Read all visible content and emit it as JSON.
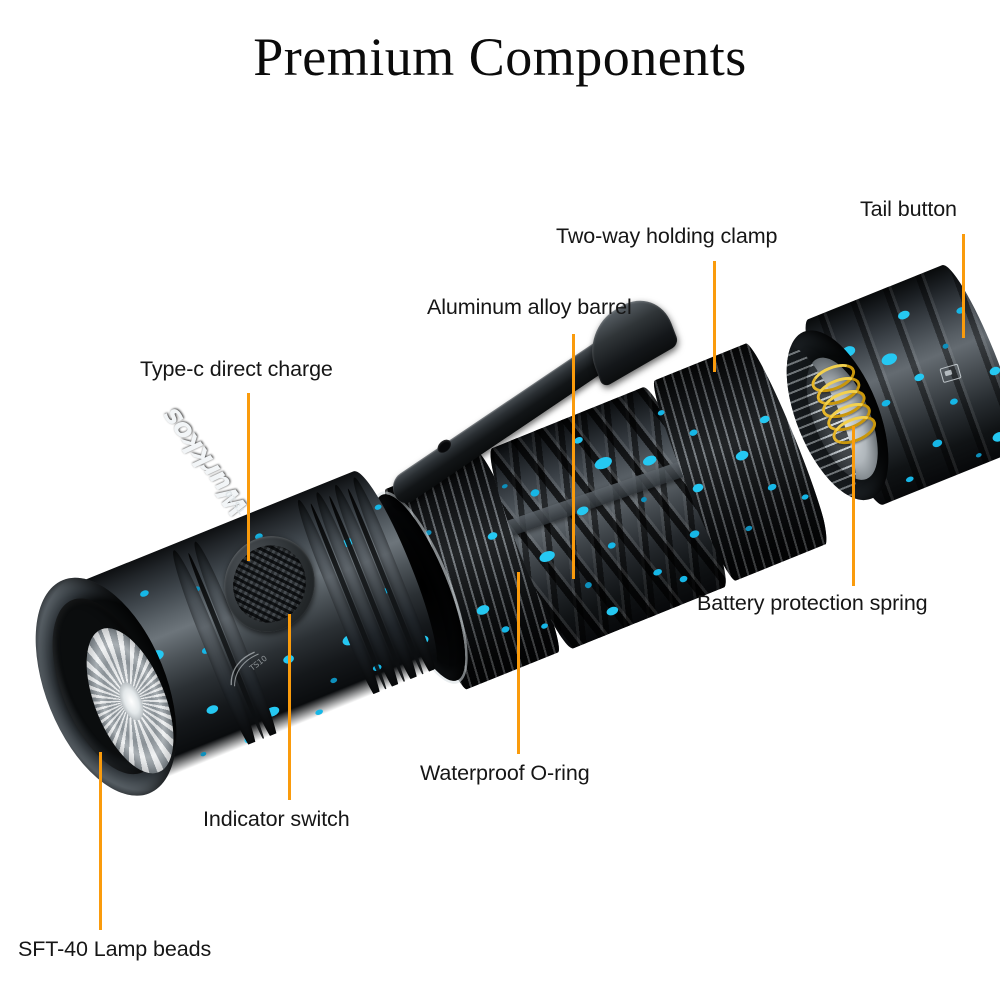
{
  "page": {
    "title": "Premium Components",
    "background_color": "#FFFFFF",
    "accent_color": "#FA9B0C",
    "text_color": "#161616",
    "product_splatter_color": "#16B6E6"
  },
  "product": {
    "brand": "Wurkkos",
    "brand_sub": "TS10",
    "type": "flashlight-exploded-view",
    "parts": [
      "head",
      "barrel",
      "tailcap",
      "pocket-clip",
      "reflector",
      "side-switch",
      "battery-spring"
    ]
  },
  "callouts": [
    {
      "id": "type-c-direct-charge",
      "label": "Type-c direct charge"
    },
    {
      "id": "aluminum-alloy-barrel",
      "label": "Aluminum alloy barrel"
    },
    {
      "id": "two-way-holding-clamp",
      "label": "Two-way holding clamp"
    },
    {
      "id": "tail-button",
      "label": "Tail button"
    },
    {
      "id": "battery-protection-spring",
      "label": "Battery protection spring"
    },
    {
      "id": "waterproof-o-ring",
      "label": "Waterproof O-ring"
    },
    {
      "id": "indicator-switch",
      "label": "Indicator switch"
    },
    {
      "id": "sft-40-lamp-beads",
      "label": "SFT-40 Lamp beads"
    }
  ]
}
